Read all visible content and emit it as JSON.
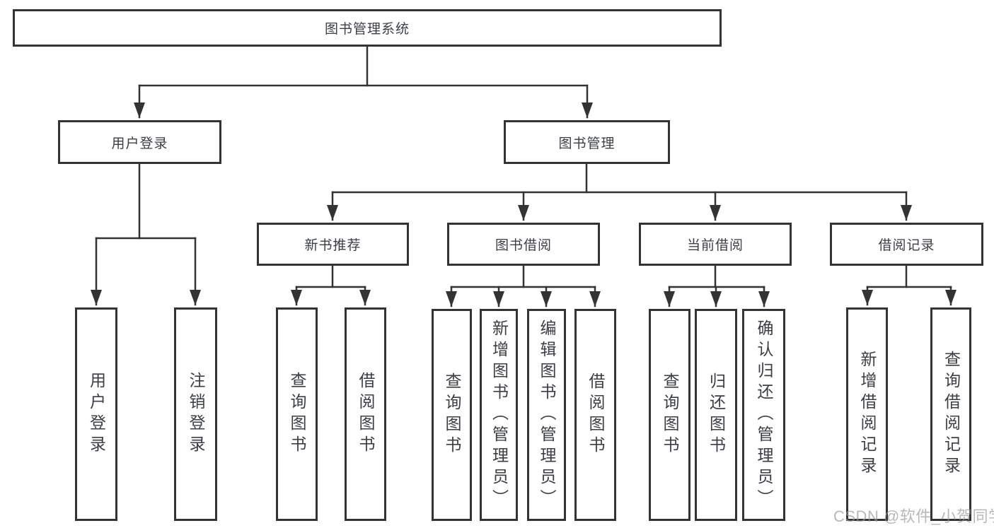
{
  "tree": {
    "root": "图书管理系统",
    "branches": [
      {
        "label": "用户登录",
        "children": [
          "用户登录",
          "注销登录"
        ]
      },
      {
        "label": "图书管理",
        "groups": [
          {
            "label": "新书推荐",
            "children": [
              "查询图书",
              "借阅图书"
            ]
          },
          {
            "label": "图书借阅",
            "children": [
              "查询图书",
              "新增图书（管理员）",
              "编辑图书（管理员）",
              "借阅图书"
            ]
          },
          {
            "label": "当前借阅",
            "children": [
              "查询图书",
              "归还图书",
              "确认归还（管理员）"
            ]
          },
          {
            "label": "借阅记录",
            "children": [
              "新增借阅记录",
              "查询借阅记录"
            ]
          }
        ]
      }
    ]
  },
  "watermark": "CSDN @软件_小贺同学",
  "colors": {
    "line": "#333333",
    "box_border": "#333333",
    "text": "#3b3e44",
    "watermark": "#c6c6c6",
    "background": "#ffffff"
  }
}
